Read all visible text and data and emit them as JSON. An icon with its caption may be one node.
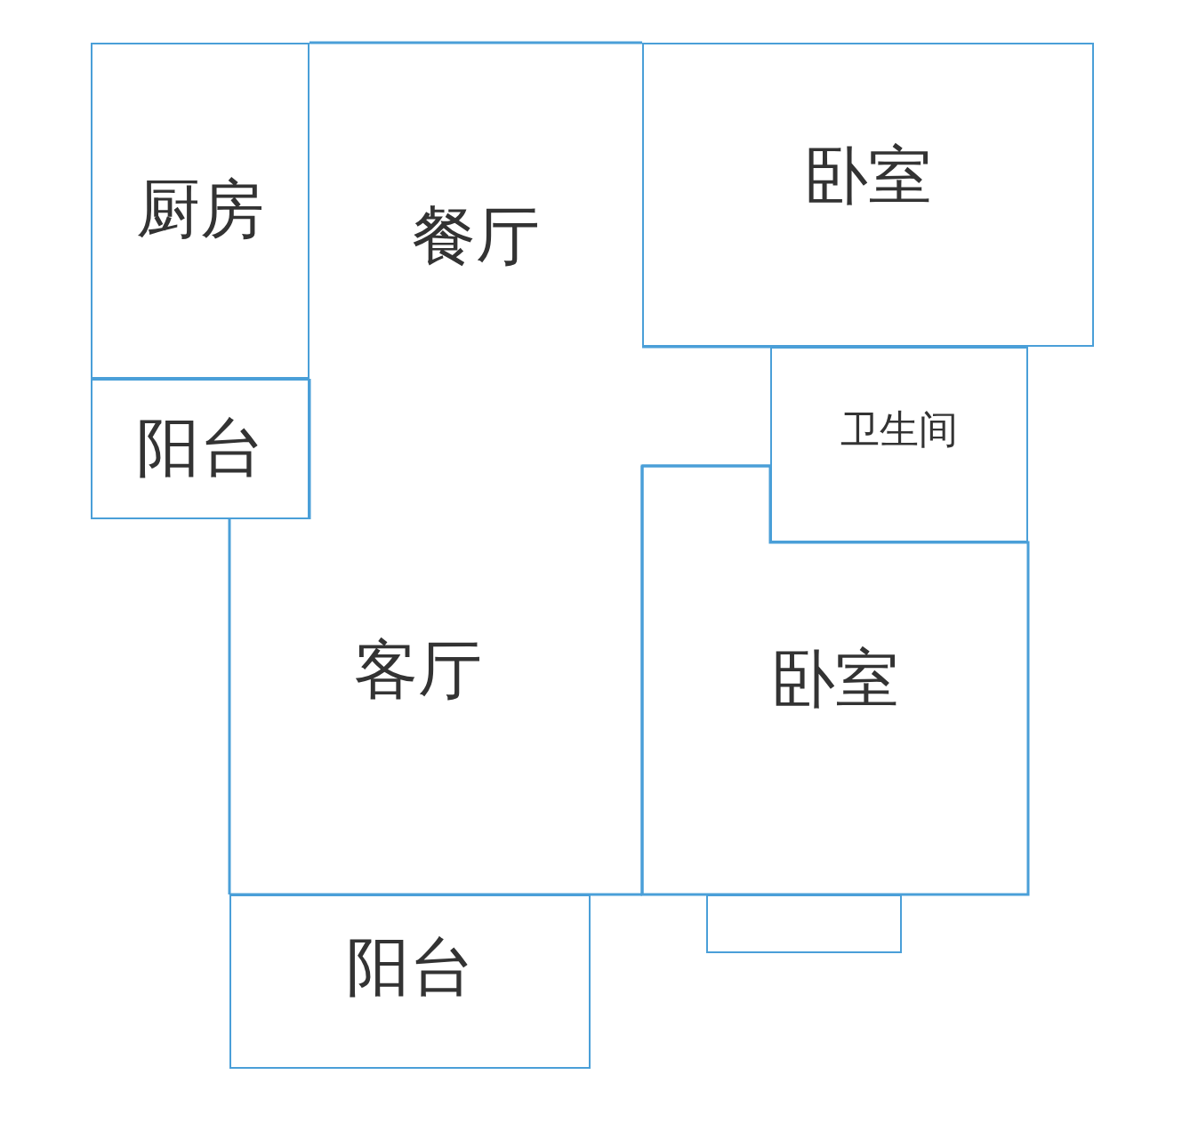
{
  "diagram": {
    "nodes": [
      {
        "text": [
          "厨房"
        ]
      },
      {
        "text": [
          "餐厅"
        ]
      },
      {
        "text": [
          "卧室"
        ]
      },
      {
        "text": [
          "阳台"
        ]
      },
      {
        "text": [
          "卫生间"
        ]
      },
      {
        "text": [
          "客厅"
        ]
      },
      {
        "text": [
          "卧室"
        ]
      },
      {
        "text": [
          "阳台"
        ]
      },
      {
        "text": [],
        "shape": "box"
      }
    ]
  }
}
